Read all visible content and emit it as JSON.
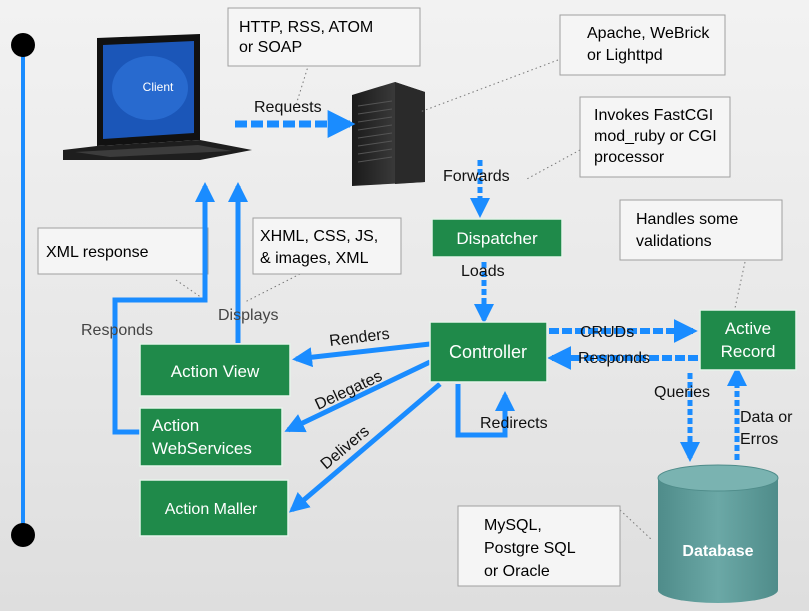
{
  "client": {
    "label": "Client"
  },
  "components": {
    "dispatcher": "Dispatcher",
    "controller": "Controller",
    "active_record": [
      "Active",
      "Record"
    ],
    "action_view": "Action View",
    "action_webservices": [
      "Action",
      "WebServices"
    ],
    "action_mailer": "Action Maller",
    "database": "Database"
  },
  "notes": {
    "protocols": [
      "HTTP, RSS, ATOM",
      "or SOAP"
    ],
    "web_servers": [
      "Apache, WeBrick",
      "or Lighttpd"
    ],
    "processors": [
      "Invokes FastCGI",
      "mod_ruby or CGI",
      "processor"
    ],
    "validations": [
      "Handles some",
      "validations"
    ],
    "xml_response": "XML response",
    "assets": [
      "XHML, CSS, JS,",
      "& images, XML"
    ],
    "databases": [
      "MySQL,",
      "Postgre SQL",
      "or Oracle"
    ]
  },
  "flows": {
    "requests": "Requests",
    "forwards": "Forwards",
    "loads": "Loads",
    "cruds": "CRUDs",
    "responds_record": "Responds",
    "queries": "Queries",
    "data_errors": [
      "Data or",
      "Erros"
    ],
    "renders": "Renders",
    "delegates": "Delegates",
    "delivers": "Delivers",
    "redirects": "Redirects",
    "responds_client": "Responds",
    "displays": "Displays"
  },
  "colors": {
    "component_fill": "#1f8a4a",
    "arrow": "#1a8cff",
    "database": "#5f9c9a",
    "note_border": "#a0a0a0"
  }
}
